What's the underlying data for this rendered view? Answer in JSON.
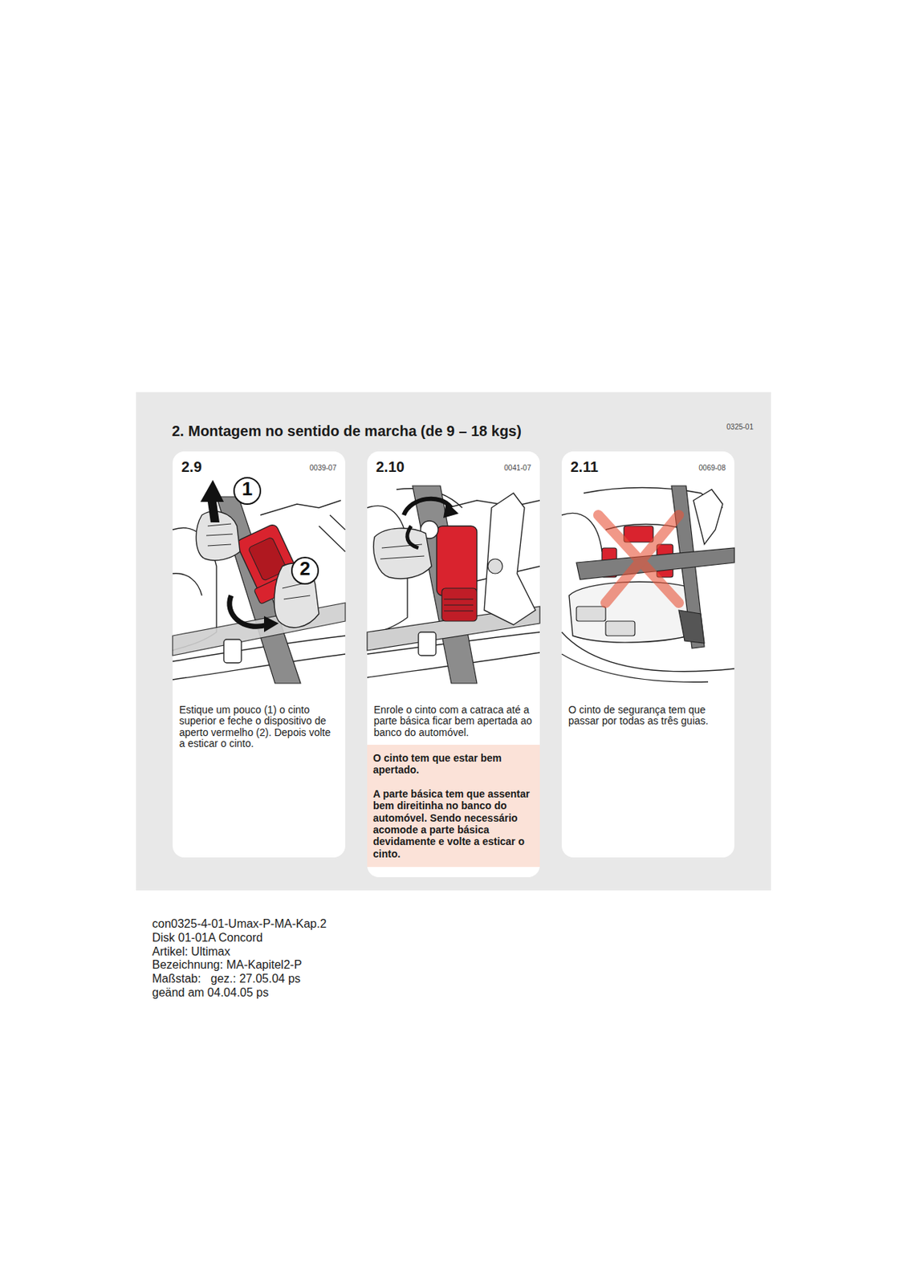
{
  "diagram": {
    "title": "2. Montagem no sentido de marcha (de 9 – 18 kgs)",
    "nodes": [
      {
        "text": [
          "2.9",
          "0039-07",
          "Estique um pouco (1) o cinto superior e feche o dispositivo de aperto vermelho (2). Depois volte a esticar o cinto."
        ]
      },
      {
        "text": [
          "2.10",
          "0041-07",
          "Enrole o cinto com a catraca até a parte básica ficar bem apertada ao banco do automóvel."
        ]
      },
      {
        "text": [
          "O cinto tem que estar bem apertado.",
          "A parte básica tem que assentar bem direitinha no banco do automóvel. Sendo necessário acomode a parte básica devidamente e volte a esticar o cinto."
        ],
        "in": 1
      },
      {
        "text": [
          "2.11",
          "0069-08",
          "O cinto de segurança tem que passar por todas as três guias."
        ]
      }
    ],
    "labels": [
      "0325-01",
      "1",
      "2",
      "con0325-4-01-Umax-P-MA-Kap.2",
      "Disk 01-01A Concord",
      "Artikel: Ultimax",
      "Bezeichnung: MA-Kapitel2-P",
      "Maßstab:   gez.: 27.05.04 ps",
      "geänd am 04.04.05 ps"
    ]
  }
}
